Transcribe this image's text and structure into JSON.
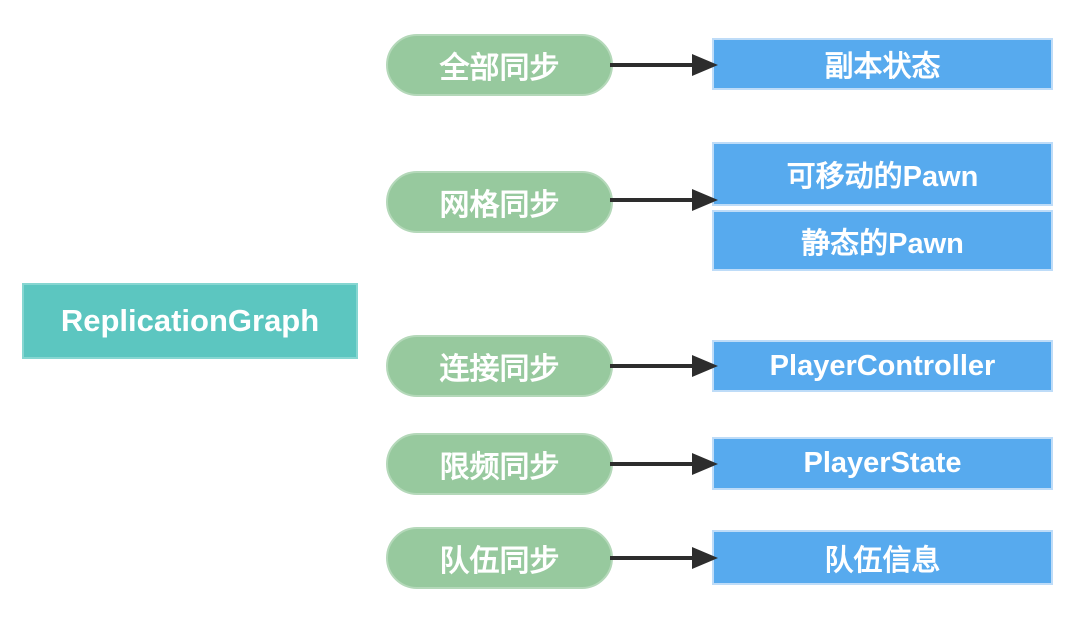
{
  "diagram": {
    "root_node": {
      "label": "ReplicationGraph"
    },
    "rows": [
      {
        "policy": "全部同步",
        "targets": [
          "副本状态"
        ]
      },
      {
        "policy": "网格同步",
        "targets": [
          "可移动的Pawn",
          "静态的Pawn"
        ]
      },
      {
        "policy": "连接同步",
        "targets": [
          "PlayerController"
        ]
      },
      {
        "policy": "限频同步",
        "targets": [
          "PlayerState"
        ]
      },
      {
        "policy": "队伍同步",
        "targets": [
          "队伍信息"
        ]
      }
    ],
    "colors": {
      "root_fill": "#5cc6c0",
      "policy_fill": "#97c99e",
      "target_fill": "#57aaee",
      "target_border": "#bedcf8",
      "arrow": "#2d2d2d",
      "text": "#ffffff",
      "background": "#ffffff"
    }
  }
}
